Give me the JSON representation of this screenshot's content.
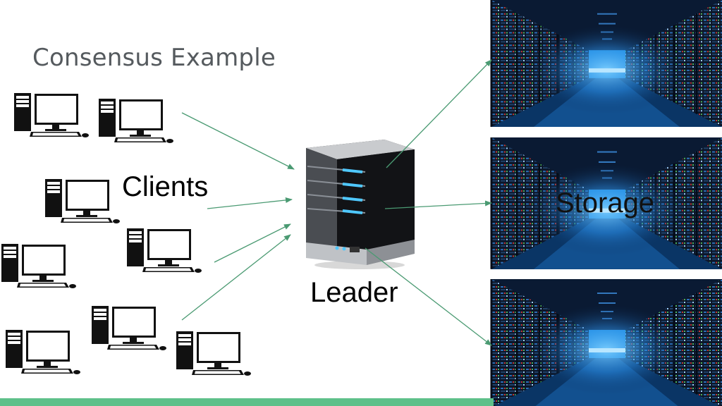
{
  "slide": {
    "title": "Consensus Example"
  },
  "labels": {
    "clients": "Clients",
    "leader": "Leader",
    "storage": "Storage"
  },
  "colors": {
    "title": "#555a5e",
    "arrow": "#4a9a72",
    "accent_bar": "#5ec08a"
  },
  "icons": {
    "client": "desktop-computer-icon",
    "leader": "server-tower-icon",
    "storage": "datacenter-photo"
  }
}
